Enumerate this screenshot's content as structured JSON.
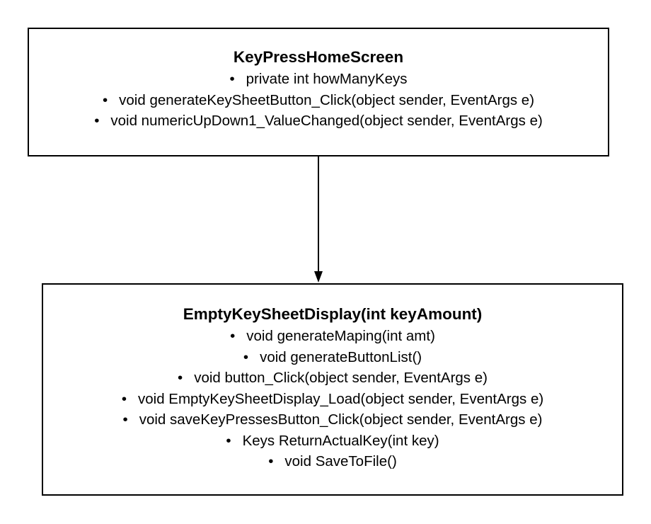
{
  "top_class": {
    "title": "KeyPressHomeScreen",
    "members": [
      "private int howManyKeys",
      "void generateKeySheetButton_Click(object sender, EventArgs e)",
      "void numericUpDown1_ValueChanged(object sender, EventArgs e)"
    ]
  },
  "bottom_class": {
    "title": "EmptyKeySheetDisplay(int keyAmount)",
    "members": [
      "void generateMaping(int amt)",
      "void generateButtonList()",
      "void button_Click(object sender, EventArgs e)",
      "void EmptyKeySheetDisplay_Load(object sender, EventArgs e)",
      "void saveKeyPressesButton_Click(object sender, EventArgs e)",
      "Keys ReturnActualKey(int key)",
      "void SaveToFile()"
    ]
  },
  "bullet_char": "•",
  "colors": {
    "line": "#000000",
    "background": "#ffffff"
  }
}
